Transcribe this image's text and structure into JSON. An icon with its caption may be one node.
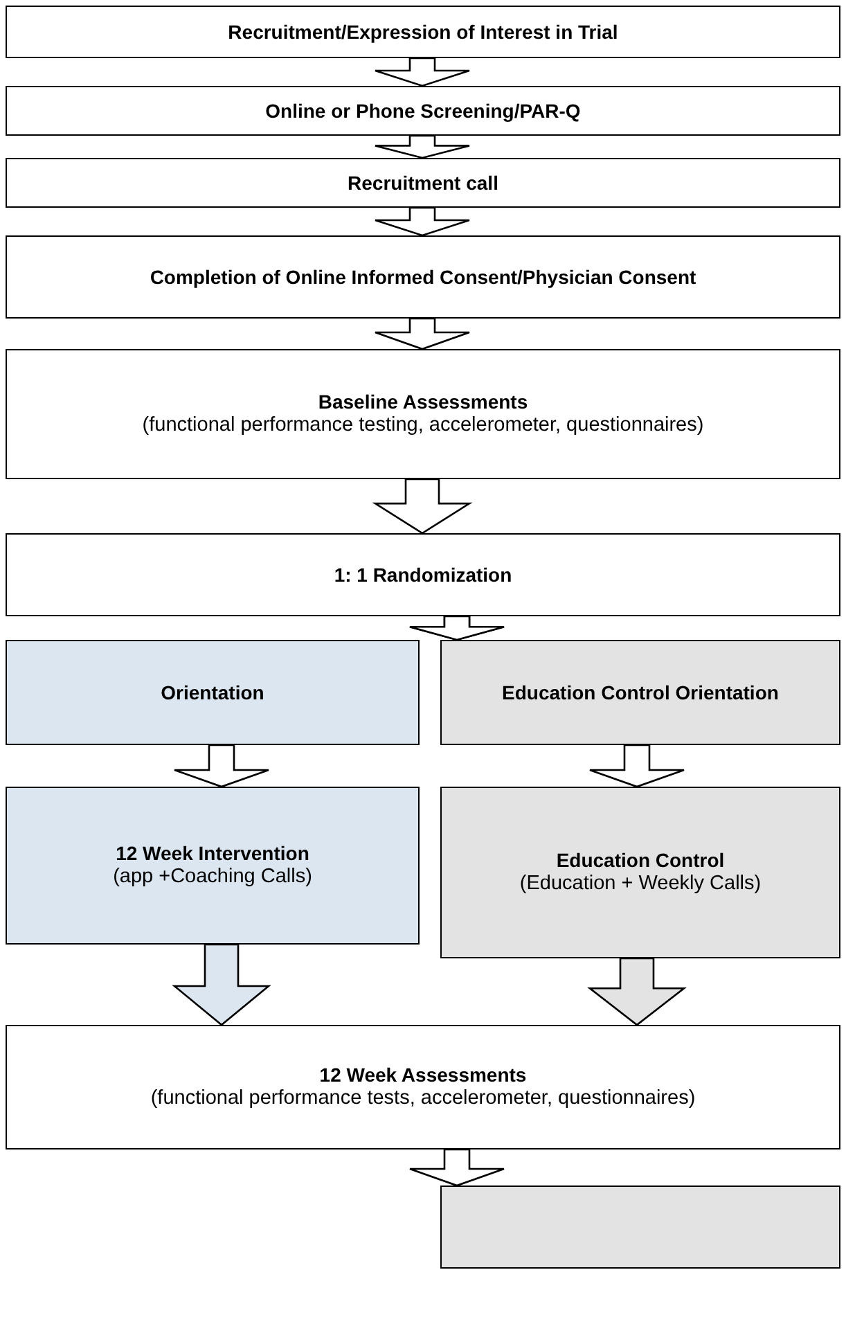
{
  "diagram": {
    "nodes": [
      {
        "text": [
          "Recruitment/Expression of Interest in Trial"
        ]
      },
      {
        "text": [
          "Online or Phone Screening/PAR-Q"
        ]
      },
      {
        "text": [
          "Recruitment call"
        ]
      },
      {
        "text": [
          "Completion of Online Informed Consent/Physician Consent"
        ]
      },
      {
        "text": [
          "Baseline Assessments",
          "(functional performance testing, accelerometer, questionnaires)"
        ]
      },
      {
        "text": [
          "1: 1 Randomization"
        ]
      },
      {
        "text": [
          "Orientation"
        ]
      },
      {
        "text": [
          "Education Control Orientation"
        ]
      },
      {
        "text": [
          "12 Week Intervention",
          "(app +Coaching Calls)"
        ]
      },
      {
        "text": [
          "Education Control",
          "(Education + Weekly Calls)"
        ]
      },
      {
        "text": [
          "12 Week Assessments",
          "(functional performance tests, accelerometer, questionnaires)"
        ]
      },
      {
        "text": [],
        "shape": "box"
      }
    ],
    "edges": [
      {
        "from": 0,
        "to": 1,
        "arrow": "to"
      },
      {
        "from": 1,
        "to": 2,
        "arrow": "to"
      },
      {
        "from": 2,
        "to": 3,
        "arrow": "to"
      },
      {
        "from": 3,
        "to": 4,
        "arrow": "to"
      },
      {
        "from": 4,
        "to": 5,
        "arrow": "to"
      },
      {
        "from": 5,
        "to": 6,
        "arrow": "to"
      },
      {
        "from": 5,
        "to": 7,
        "arrow": "to"
      },
      {
        "from": 6,
        "to": 8,
        "arrow": "to"
      },
      {
        "from": 7,
        "to": 9,
        "arrow": "to"
      },
      {
        "from": 8,
        "to": 10,
        "arrow": "to",
        "color": "#dce6f1"
      },
      {
        "from": 9,
        "to": 10,
        "arrow": "to",
        "color": "#e3e3e3"
      },
      {
        "from": 10,
        "to": 11,
        "arrow": "to"
      }
    ]
  }
}
